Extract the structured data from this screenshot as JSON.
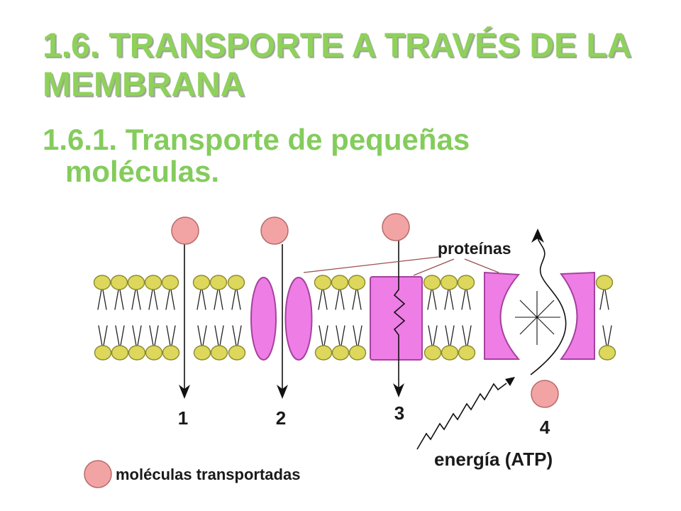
{
  "slide": {
    "title": "1.6. TRANSPORTE A TRAVÉS DE LA MEMBRANA",
    "subtitle": "1.6.1. Transporte de pequeñas moléculas."
  },
  "diagram": {
    "proteins_label": "proteínas",
    "energy_label": "energía (ATP)",
    "mechanism_numbers": [
      "1",
      "2",
      "3",
      "4"
    ],
    "legend": {
      "label": "moléculas transportadas"
    }
  },
  "colors": {
    "title": "#8FD15B",
    "subtitle": "#84CC5C",
    "protein": "#EE7DE6",
    "transported_molecule": "#F2A4A4",
    "lipid_head": "#DDD85C"
  }
}
